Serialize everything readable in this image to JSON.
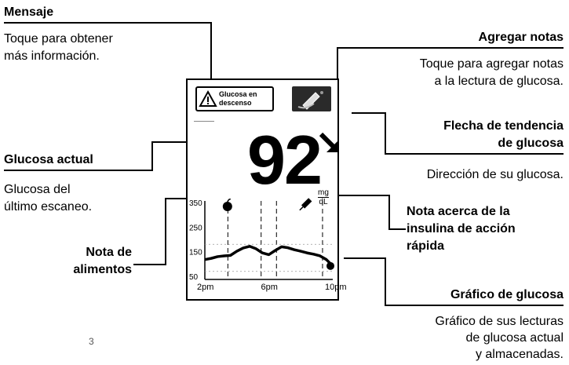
{
  "callouts": {
    "mensaje": {
      "title": "Mensaje",
      "desc_line1": "Toque para obtener",
      "desc_line2": "más información."
    },
    "agregar_notas": {
      "title": "Agregar notas",
      "desc_line1": "Toque para agregar notas",
      "desc_line2": "a la lectura de glucosa."
    },
    "flecha_tendencia": {
      "title_line1": "Flecha de tendencia",
      "title_line2": "de glucosa",
      "desc": "Dirección de su glucosa."
    },
    "glucosa_actual": {
      "title": "Glucosa actual",
      "desc_line1": "Glucosa del",
      "desc_line2": "último escaneo."
    },
    "nota_insulina": {
      "title_line1": "Nota acerca de la",
      "title_line2": "insulina de acción",
      "title_line3": "rápida"
    },
    "nota_alimentos": {
      "title_line1": "Nota de",
      "title_line2": "alimentos"
    },
    "grafico_glucosa": {
      "title": "Gráfico de glucosa",
      "desc_line1": "Gráfico de sus lecturas",
      "desc_line2": "de glucosa actual",
      "desc_line3": "y almacenadas."
    }
  },
  "device": {
    "message_line1": "Glucosa en",
    "message_line2": "descenso",
    "glucose_value": "92",
    "unit_top": "mg",
    "unit_bottom": "dL"
  },
  "chart_data": {
    "type": "line",
    "y_ticks": [
      "350",
      "250",
      "150",
      "50"
    ],
    "x_ticks": [
      "2pm",
      "6pm",
      "10pm"
    ],
    "ylim": [
      50,
      350
    ],
    "x": [
      0,
      0.5,
      1,
      1.5,
      2,
      2.5,
      3,
      3.5,
      4,
      4.5,
      5,
      5.5,
      6,
      6.5,
      7,
      7.5,
      8,
      8.5,
      9,
      9.5,
      10
    ],
    "values": [
      118,
      123,
      130,
      133,
      135,
      152,
      165,
      172,
      162,
      145,
      138,
      155,
      170,
      166,
      158,
      152,
      145,
      140,
      133,
      118,
      92
    ],
    "x_start_label": "2pm",
    "target_range": [
      70,
      180
    ],
    "grid": "dashed vertical lines"
  },
  "marks": {
    "tick_mark": "3"
  }
}
